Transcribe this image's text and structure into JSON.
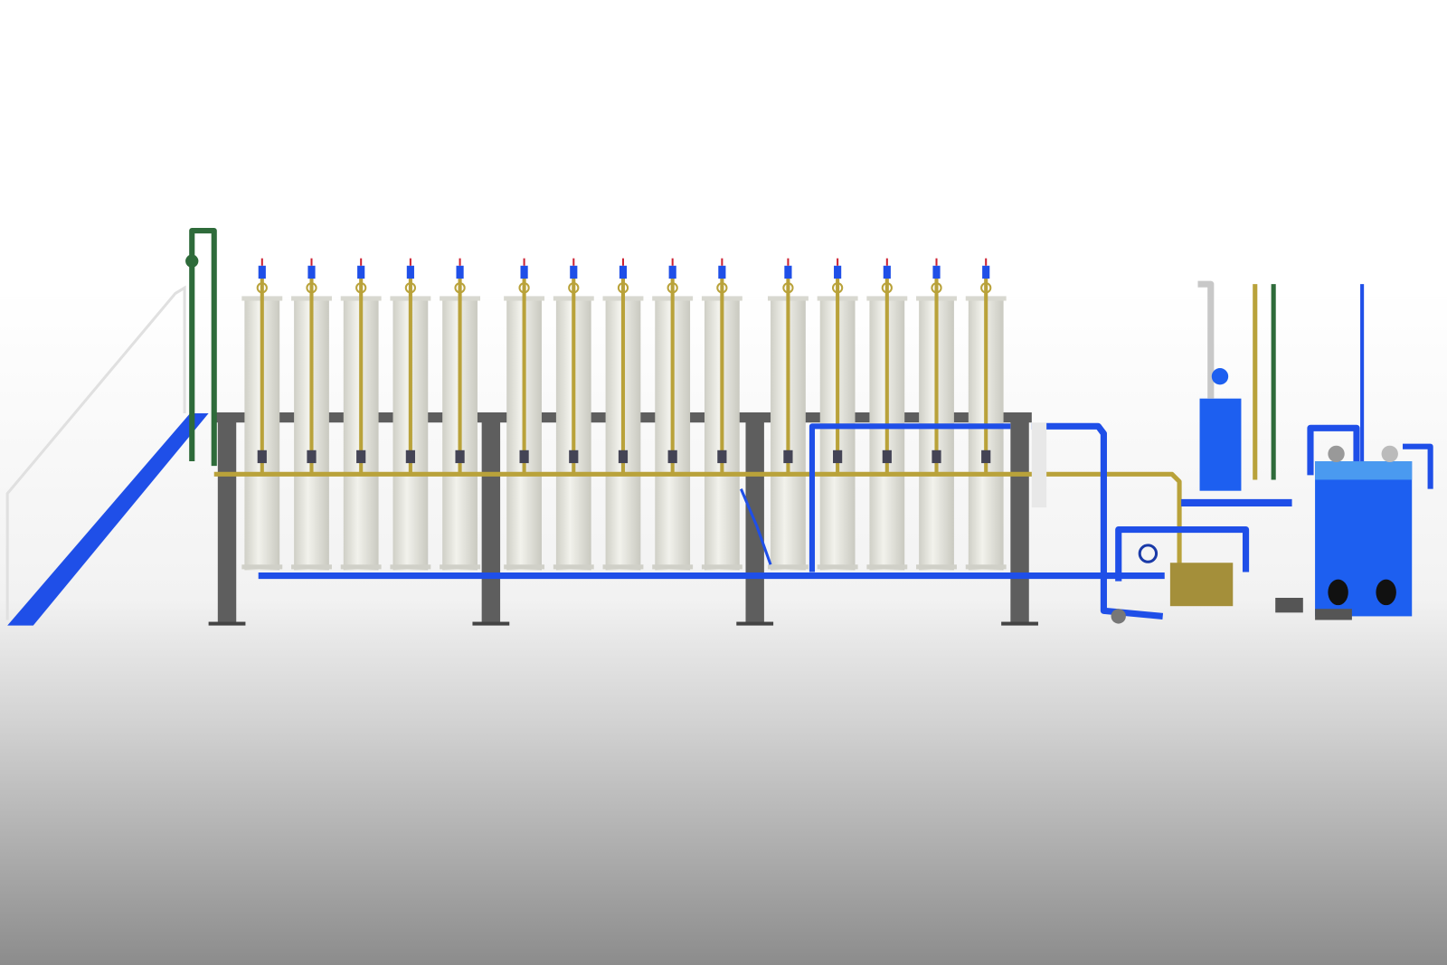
{
  "colors": {
    "pipe_blue": "#1f4fe8",
    "pipe_yellow": "#b9a23a",
    "pipe_green": "#2e6b3a",
    "frame_gray": "#5e5e5e",
    "membrane": "#e4e4dc",
    "tank_blue": "#1d5ff0",
    "olive_box": "#a48f3a",
    "stack_gray": "#c8c8c8"
  },
  "membrane_groups": [
    5,
    5,
    5
  ]
}
